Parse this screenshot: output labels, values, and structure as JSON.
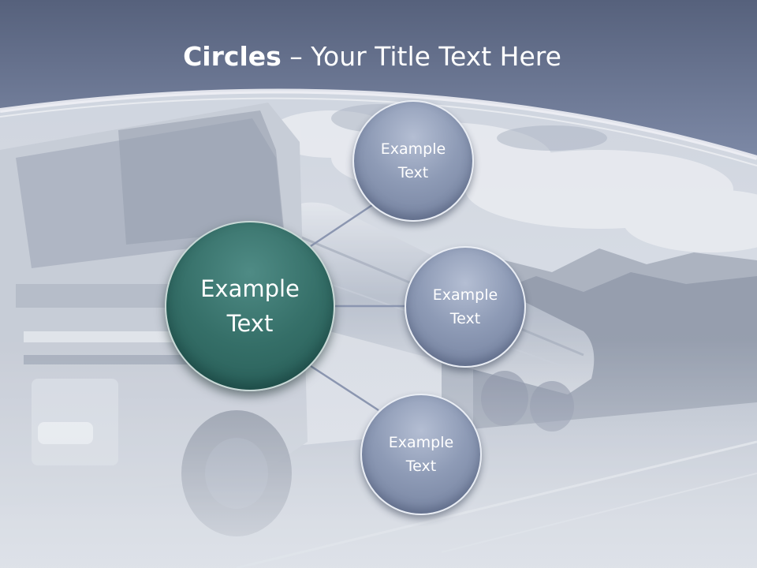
{
  "title": {
    "bold": "Circles",
    "rest": " – Your Title Text Here"
  },
  "center_circle": {
    "line1": "Example",
    "line2": "Text"
  },
  "satellites": [
    {
      "line1": "Example",
      "line2": "Text"
    },
    {
      "line1": "Example",
      "line2": "Text"
    },
    {
      "line1": "Example",
      "line2": "Text"
    }
  ],
  "colors": {
    "header_band": "#6b7898",
    "center_circle": "#356f68",
    "satellite_circle": "#8e9bb6",
    "connector": "#8b96b0"
  }
}
